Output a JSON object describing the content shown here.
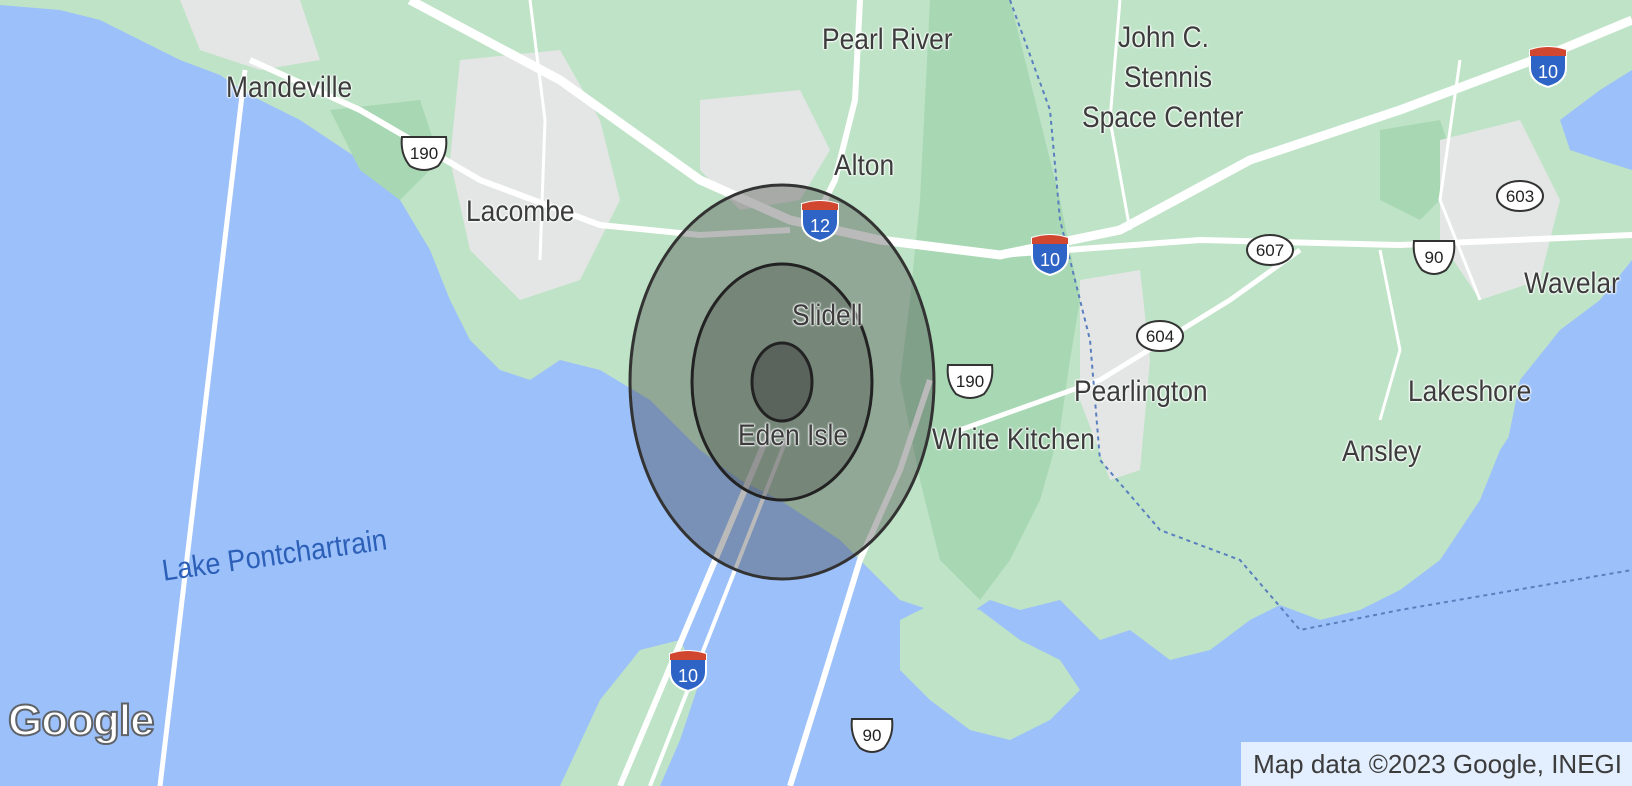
{
  "map": {
    "places": [
      {
        "id": "pearl-river",
        "text": "Pearl River"
      },
      {
        "id": "john-c",
        "text": "John C."
      },
      {
        "id": "stennis",
        "text": "Stennis"
      },
      {
        "id": "space-center",
        "text": "Space Center"
      },
      {
        "id": "mandeville",
        "text": "Mandeville"
      },
      {
        "id": "alton",
        "text": "Alton"
      },
      {
        "id": "lacombe",
        "text": "Lacombe"
      },
      {
        "id": "slidell",
        "text": "Slidell"
      },
      {
        "id": "eden-isle",
        "text": "Eden Isle"
      },
      {
        "id": "white-kitchen",
        "text": "White Kitchen"
      },
      {
        "id": "pearlington",
        "text": "Pearlington"
      },
      {
        "id": "lakeshore",
        "text": "Lakeshore"
      },
      {
        "id": "ansley",
        "text": "Ansley"
      },
      {
        "id": "waveland",
        "text": "Wavelar"
      }
    ],
    "water_label": "Lake Pontchartrain",
    "shields": {
      "i10": "10",
      "i12": "12",
      "us190": "190",
      "us90": "90",
      "r603": "603",
      "r607": "607",
      "r604": "604"
    },
    "attribution": "Map data ©2023 Google, INEGI",
    "logo": "Google",
    "colors": {
      "water": "#9cc0f9",
      "land": "#bfe3c7",
      "park": "#a8d7b4",
      "urban": "#e3e6e4",
      "road": "#ffffff",
      "radius_fill": "#3a3a3a",
      "interstate_blue": "#2e64c6",
      "interstate_red": "#d1462f"
    },
    "radius_rings": [
      {
        "name": "outer",
        "level": 3
      },
      {
        "name": "middle",
        "level": 2
      },
      {
        "name": "inner",
        "level": 1
      }
    ]
  }
}
